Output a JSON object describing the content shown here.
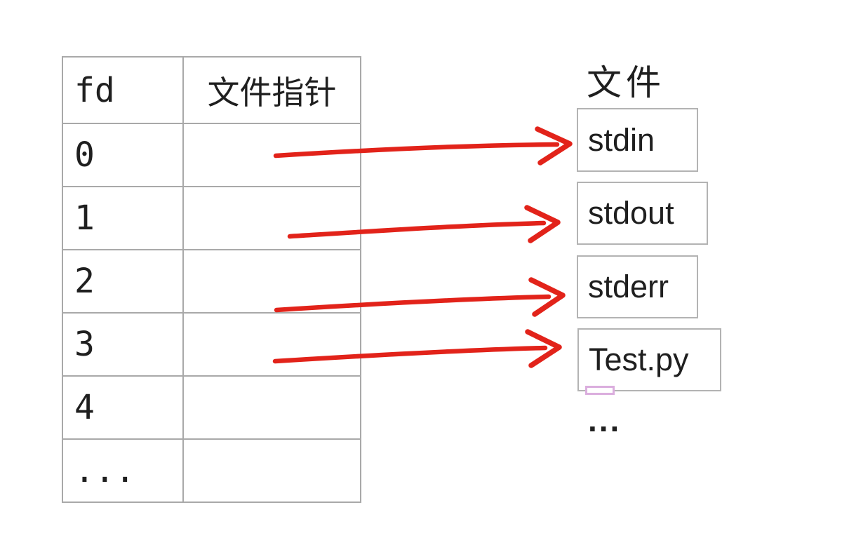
{
  "fd_table": {
    "col_headers": [
      "fd",
      "文件指针"
    ],
    "rows": [
      {
        "fd": "0"
      },
      {
        "fd": "1"
      },
      {
        "fd": "2"
      },
      {
        "fd": "3"
      },
      {
        "fd": "4"
      },
      {
        "fd": "..."
      }
    ]
  },
  "files_panel": {
    "title": "文件",
    "boxes": [
      "stdin",
      "stdout",
      "stderr",
      "Test.py"
    ],
    "ellipsis": "..."
  },
  "mappings": [
    {
      "fd": "0",
      "file": "stdin"
    },
    {
      "fd": "1",
      "file": "stdout"
    },
    {
      "fd": "2",
      "file": "stderr"
    },
    {
      "fd": "3",
      "file": "Test.py"
    }
  ],
  "colors": {
    "arrow_red": "#e2231a",
    "table_border": "#a9a9a9",
    "box_border": "#b3b3b3",
    "accent_pink": "#dbaede",
    "text": "#1f1f1f"
  }
}
